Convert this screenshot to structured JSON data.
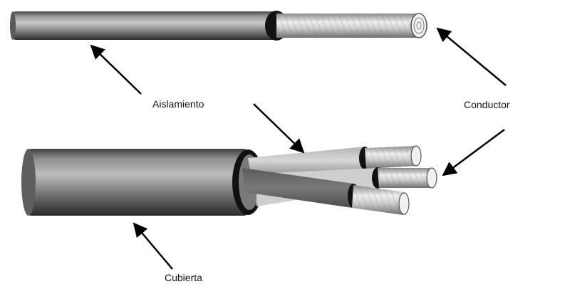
{
  "labels": {
    "insulation": "Aislamiento",
    "conductor": "Conductor",
    "sheath": "Cubierta"
  }
}
